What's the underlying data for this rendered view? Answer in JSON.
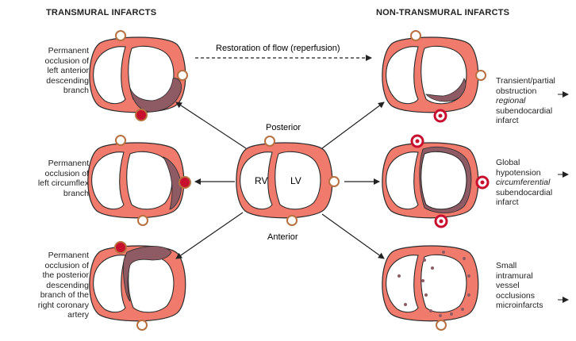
{
  "headers": {
    "left": "TRANSMURAL INFARCTS",
    "right": "NON-TRANSMURAL INFARCTS"
  },
  "reperfusion_label": "Restoration of flow (reperfusion)",
  "center": {
    "posterior": "Posterior",
    "anterior": "Anterior",
    "rv": "RV",
    "lv": "LV"
  },
  "left_labels": [
    [
      "Permanent",
      "occlusion of",
      "left anterior",
      "descending",
      "branch"
    ],
    [
      "Permanent",
      "occlusion of",
      "left circumflex",
      "branch"
    ],
    [
      "Permanent",
      "occlusion of",
      "the posterior",
      "descending",
      "branch of the",
      "right coronary",
      "artery"
    ]
  ],
  "right_labels": [
    [
      "Transient/partial",
      "obstruction",
      "regional",
      "subendocardial",
      "infarct"
    ],
    [
      "Global",
      "hypotension",
      "circumferential",
      "subendocardial",
      "infarct"
    ],
    [
      "Small",
      "intramural",
      "vessel",
      "occlusions",
      "microinfarcts"
    ]
  ],
  "colors": {
    "muscle": "#f07a6c",
    "outline": "#2a2a2a",
    "infarct": "#8e5a63",
    "vessel_open": "#ffffff",
    "vessel_ring": "#b8703f",
    "occluded": "#c8102e"
  }
}
